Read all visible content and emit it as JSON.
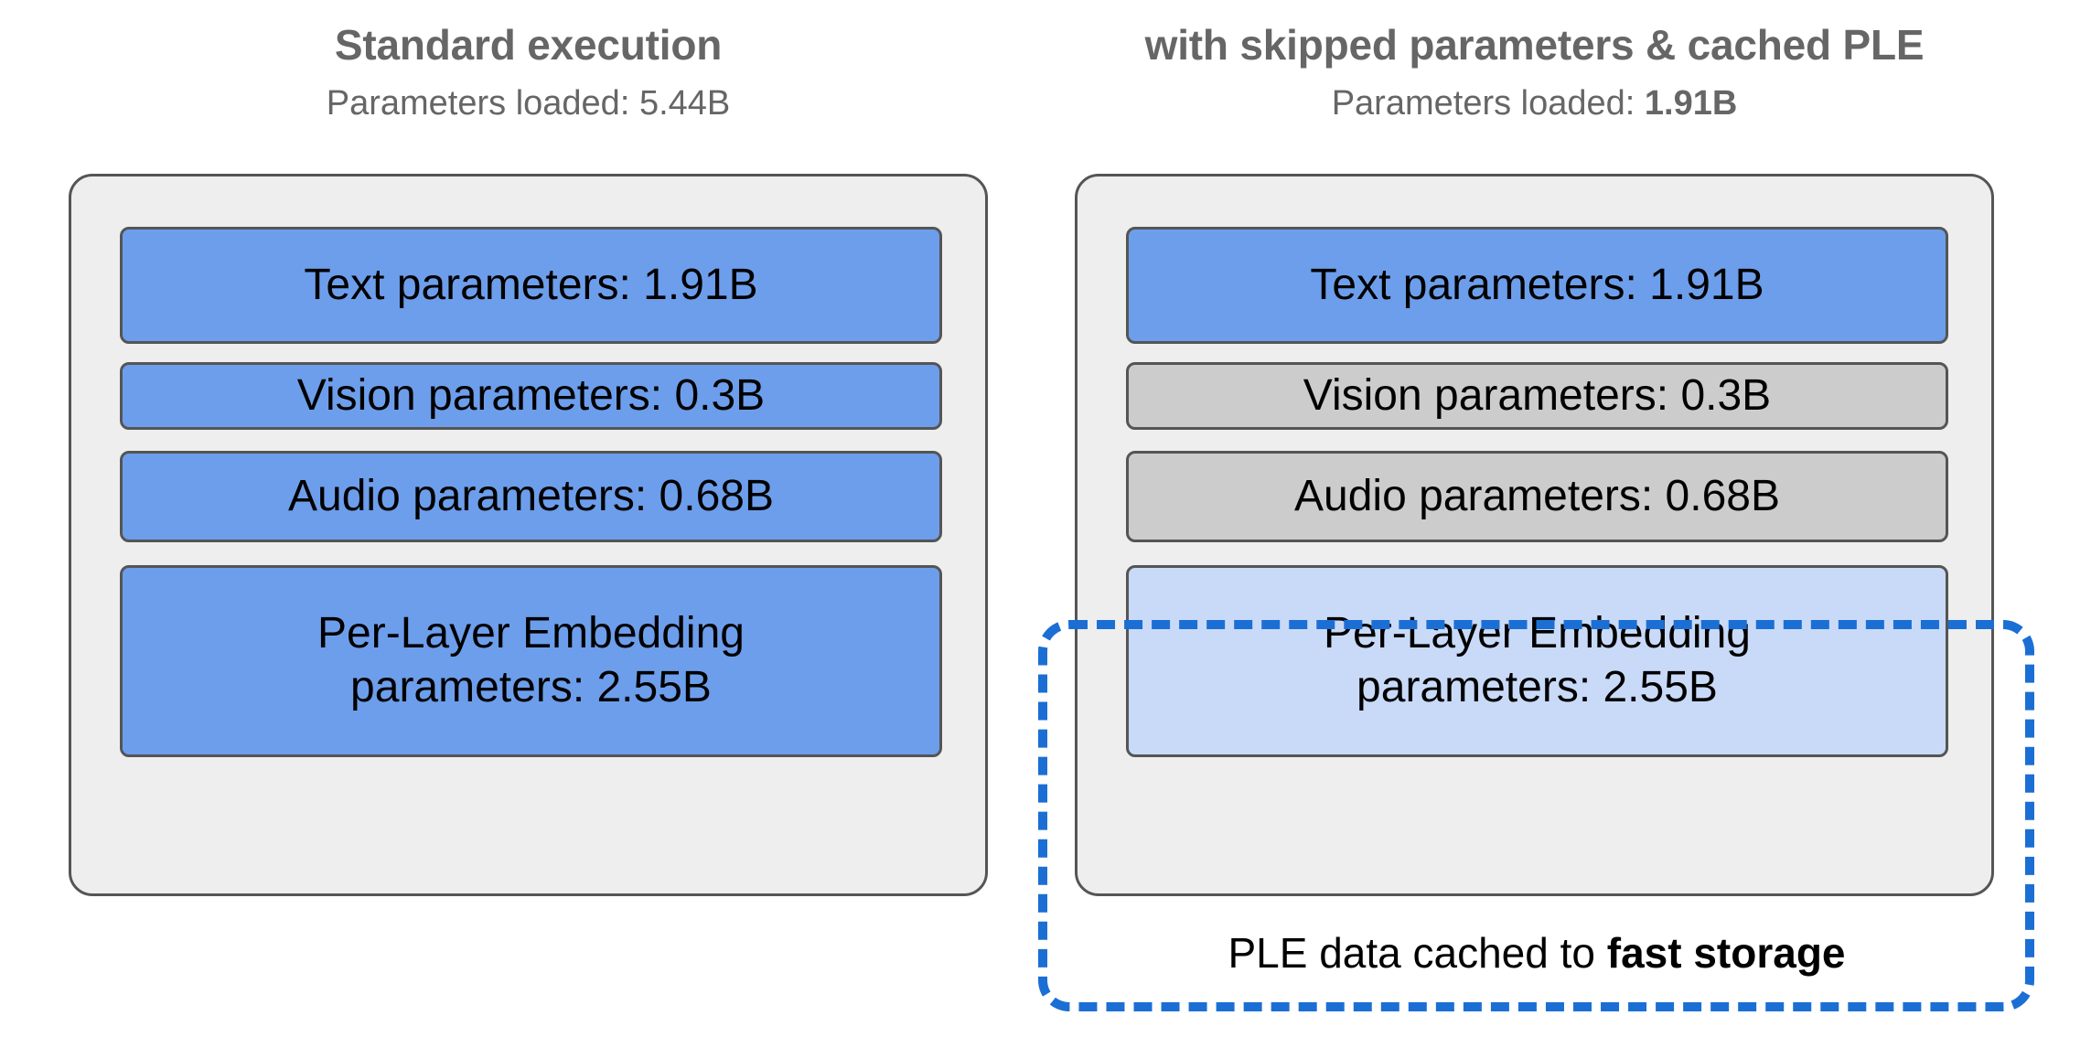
{
  "columns": [
    {
      "id": "standard",
      "title": "Standard execution",
      "subtitle_prefix": "Parameters loaded: ",
      "subtitle_value": "5.44B",
      "subtitle_value_bold": false,
      "blocks": [
        {
          "label": "Text parameters: 1.91B",
          "state": "loaded",
          "color": "#6d9eeb"
        },
        {
          "label": "Vision parameters: 0.3B",
          "state": "loaded",
          "color": "#6d9eeb"
        },
        {
          "label": "Audio parameters: 0.68B",
          "state": "loaded",
          "color": "#6d9eeb"
        },
        {
          "label_line1": "Per-Layer Embedding",
          "label_line2": "parameters: 2.55B",
          "state": "loaded",
          "color": "#6d9eeb"
        }
      ]
    },
    {
      "id": "skipped-cached",
      "title": "with skipped parameters & cached PLE",
      "subtitle_prefix": "Parameters loaded: ",
      "subtitle_value": "1.91B",
      "subtitle_value_bold": true,
      "blocks": [
        {
          "label": "Text parameters: 1.91B",
          "state": "loaded",
          "color": "#6d9eeb"
        },
        {
          "label": "Vision parameters: 0.3B",
          "state": "skipped",
          "color": "#cccccc"
        },
        {
          "label": "Audio parameters: 0.68B",
          "state": "skipped",
          "color": "#cccccc"
        },
        {
          "label_line1": "Per-Layer Embedding",
          "label_line2": "parameters: 2.55B",
          "state": "cached",
          "color": "#c9daf8"
        }
      ]
    }
  ],
  "cache_callout": {
    "caption_prefix": "PLE data cached to ",
    "caption_emphasis": "fast storage",
    "border_color": "#1b6fd4",
    "border_style": "dashed"
  },
  "palette": {
    "panel_fill": "#eeeeee",
    "stroke": "#555555",
    "heading_text": "#666666",
    "body_text": "#000000",
    "background": "#ffffff"
  }
}
